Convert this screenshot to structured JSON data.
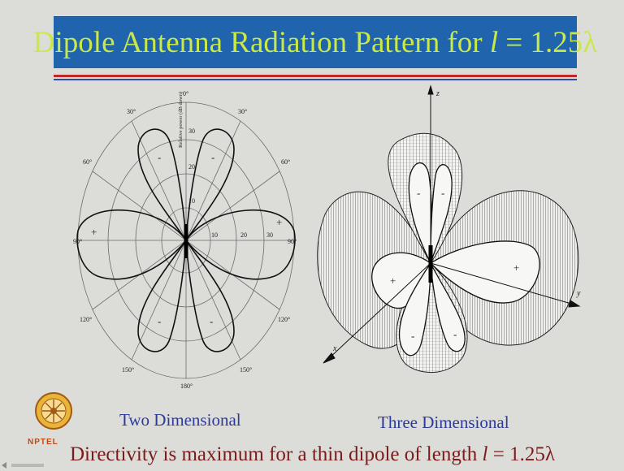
{
  "slide": {
    "title_prefix": "Dipole Antenna Radiation Pattern for ",
    "title_var": "l",
    "title_suffix": " = 1.25λ",
    "caption_2d": "Two Dimensional",
    "caption_3d": "Three Dimensional",
    "bottom_prefix": "Directivity is maximum for a thin dipole of length ",
    "bottom_var": "l",
    "bottom_suffix": " = 1.25λ",
    "logo_text": "NPTEL"
  },
  "polar_plot": {
    "angles_top": [
      "0°",
      "30°",
      "30°",
      "60°",
      "60°",
      "90°",
      "90°"
    ],
    "angles_bottom": [
      "120°",
      "120°",
      "150°",
      "150°",
      "180°"
    ],
    "radial_ticks": [
      "30",
      "20",
      "10",
      "10",
      "20",
      "30"
    ],
    "radial_axis_label": "Relative power (dB down)",
    "lobe_signs": [
      "+",
      "-",
      "-",
      "+",
      "-",
      "-"
    ]
  },
  "plot_3d": {
    "axis_z": "z",
    "axis_x": "x",
    "axis_y": "y",
    "lobe_signs": [
      "-",
      "-",
      "+",
      "+",
      "-",
      "-"
    ]
  },
  "colors": {
    "title_bg": "#1f64ad",
    "title_text": "#c9e84a",
    "caption": "#2c3a9a",
    "bottom_text": "#7a1c1c",
    "rule_red": "#c0262a"
  }
}
